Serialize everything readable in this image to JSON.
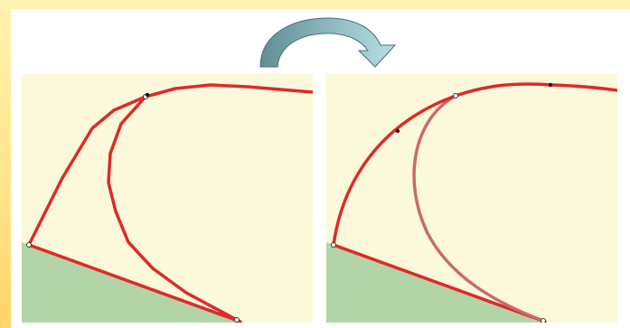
{
  "figure": {
    "background_color": "#ffe58a",
    "canvas_color": "#ffffff",
    "panel_color": "#fcf8da",
    "ground_color": "#b3d4a6",
    "curve_color": "#dd2a2a",
    "ghost_curve_color": "#c96b6b",
    "arrow_gradient": [
      "#5f8e94",
      "#b9dfe6"
    ],
    "arrow_direction": "left-to-right",
    "panels": [
      {
        "name": "polyline-approximation",
        "curve_style": "polygonal"
      },
      {
        "name": "smooth-spline",
        "curve_style": "smooth"
      }
    ]
  }
}
